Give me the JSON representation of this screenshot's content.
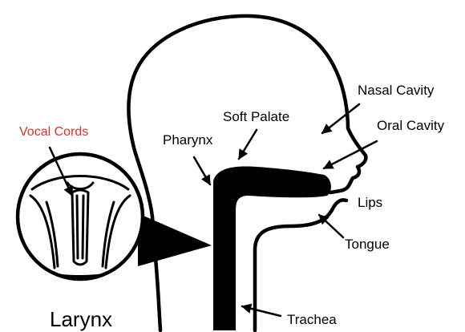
{
  "labels": {
    "vocal_cords": "Vocal Cords",
    "larynx": "Larynx",
    "pharynx": "Pharynx",
    "soft_palate": "Soft Palate",
    "nasal_cavity": "Nasal Cavity",
    "oral_cavity": "Oral Cavity",
    "lips": "Lips",
    "tongue": "Tongue",
    "trachea": "Trachea"
  },
  "colors": {
    "vocal_cords_label": "#d0342c",
    "outline": "#000000",
    "background": "#ffffff"
  }
}
